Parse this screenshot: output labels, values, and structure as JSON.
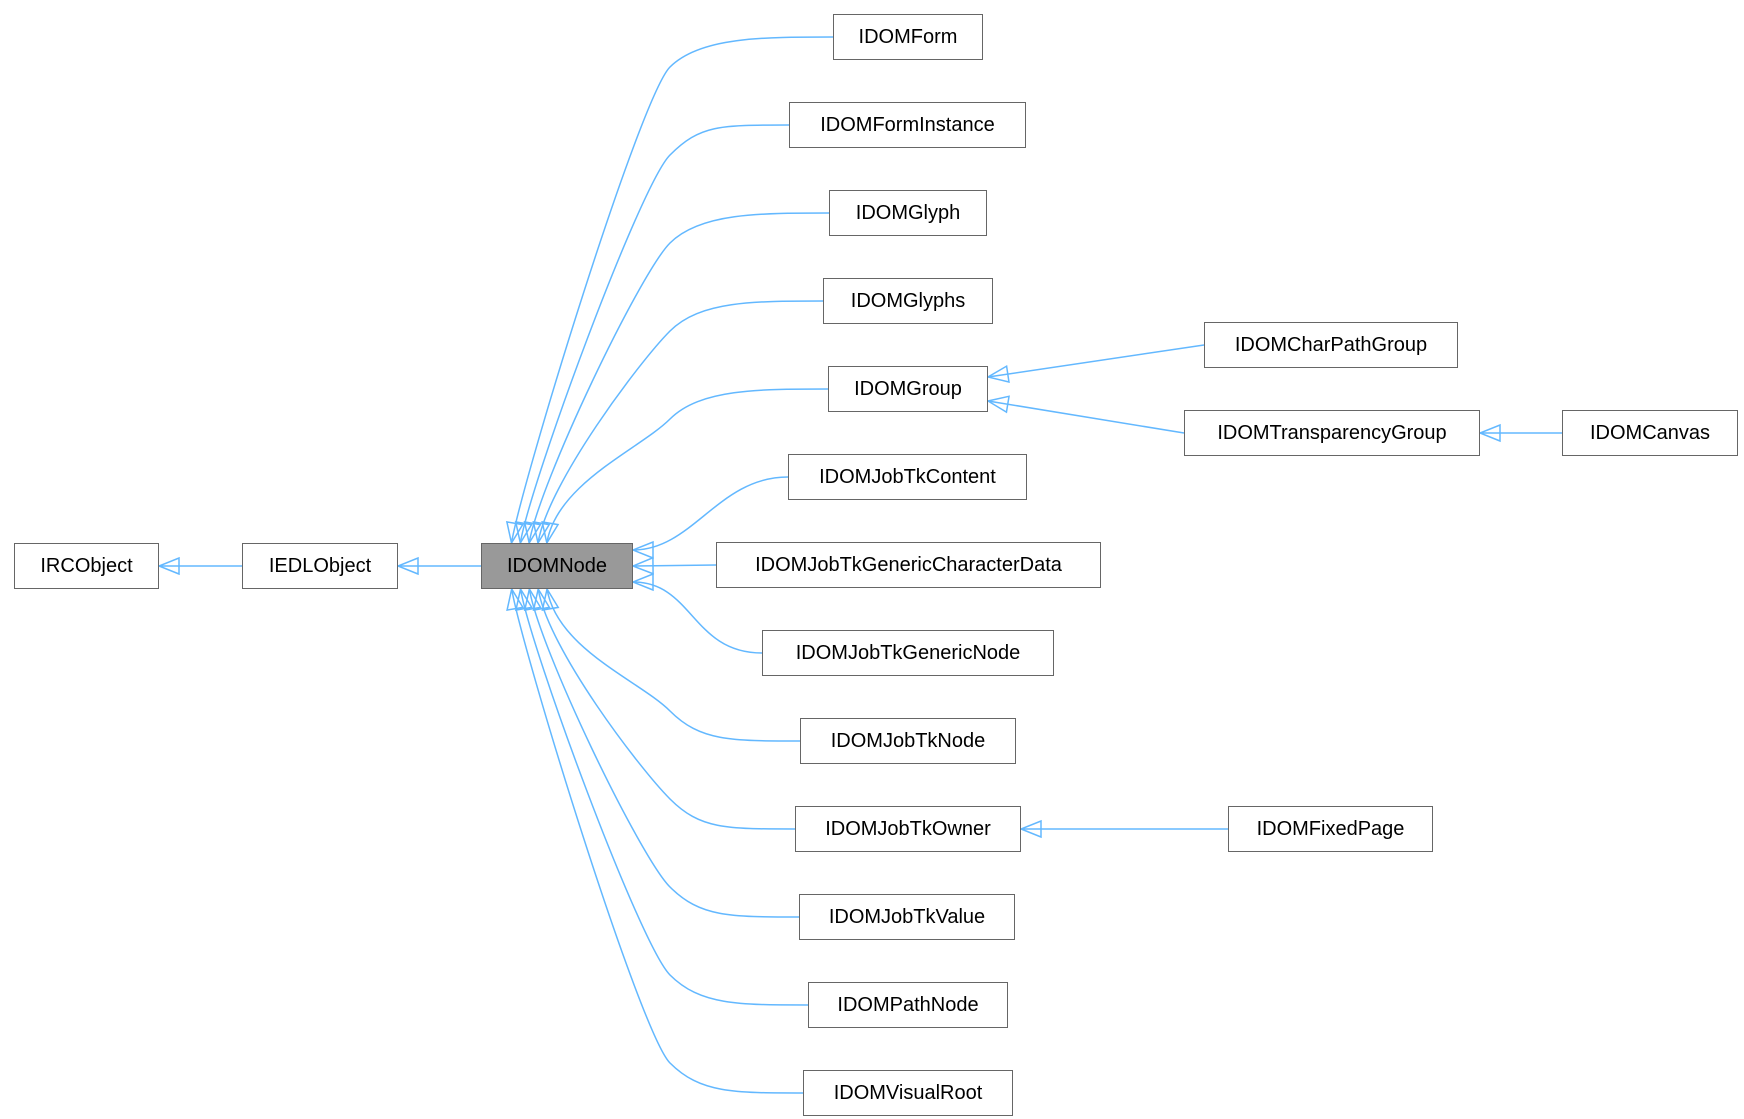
{
  "colors": {
    "edge": "#63b8ff",
    "node_border": "#666666",
    "node_fill": "#ffffff",
    "current_fill": "#999999"
  },
  "current": "IDOMNode",
  "nodes": [
    {
      "id": "IRCObject",
      "label": "IRCObject"
    },
    {
      "id": "IEDLObject",
      "label": "IEDLObject"
    },
    {
      "id": "IDOMNode",
      "label": "IDOMNode"
    },
    {
      "id": "IDOMForm",
      "label": "IDOMForm"
    },
    {
      "id": "IDOMFormInstance",
      "label": "IDOMFormInstance"
    },
    {
      "id": "IDOMGlyph",
      "label": "IDOMGlyph"
    },
    {
      "id": "IDOMGlyphs",
      "label": "IDOMGlyphs"
    },
    {
      "id": "IDOMGroup",
      "label": "IDOMGroup"
    },
    {
      "id": "IDOMJobTkContent",
      "label": "IDOMJobTkContent"
    },
    {
      "id": "IDOMJobTkGenericCharacterData",
      "label": "IDOMJobTkGenericCharacterData"
    },
    {
      "id": "IDOMJobTkGenericNode",
      "label": "IDOMJobTkGenericNode"
    },
    {
      "id": "IDOMJobTkNode",
      "label": "IDOMJobTkNode"
    },
    {
      "id": "IDOMJobTkOwner",
      "label": "IDOMJobTkOwner"
    },
    {
      "id": "IDOMJobTkValue",
      "label": "IDOMJobTkValue"
    },
    {
      "id": "IDOMPathNode",
      "label": "IDOMPathNode"
    },
    {
      "id": "IDOMVisualRoot",
      "label": "IDOMVisualRoot"
    },
    {
      "id": "IDOMCharPathGroup",
      "label": "IDOMCharPathGroup"
    },
    {
      "id": "IDOMTransparencyGroup",
      "label": "IDOMTransparencyGroup"
    },
    {
      "id": "IDOMCanvas",
      "label": "IDOMCanvas"
    },
    {
      "id": "IDOMFixedPage",
      "label": "IDOMFixedPage"
    }
  ],
  "edges": [
    {
      "from": "IEDLObject",
      "to": "IRCObject"
    },
    {
      "from": "IDOMNode",
      "to": "IEDLObject"
    },
    {
      "from": "IDOMForm",
      "to": "IDOMNode"
    },
    {
      "from": "IDOMFormInstance",
      "to": "IDOMNode"
    },
    {
      "from": "IDOMGlyph",
      "to": "IDOMNode"
    },
    {
      "from": "IDOMGlyphs",
      "to": "IDOMNode"
    },
    {
      "from": "IDOMGroup",
      "to": "IDOMNode"
    },
    {
      "from": "IDOMJobTkContent",
      "to": "IDOMNode"
    },
    {
      "from": "IDOMJobTkGenericCharacterData",
      "to": "IDOMNode"
    },
    {
      "from": "IDOMJobTkGenericNode",
      "to": "IDOMNode"
    },
    {
      "from": "IDOMJobTkNode",
      "to": "IDOMNode"
    },
    {
      "from": "IDOMJobTkOwner",
      "to": "IDOMNode"
    },
    {
      "from": "IDOMJobTkValue",
      "to": "IDOMNode"
    },
    {
      "from": "IDOMPathNode",
      "to": "IDOMNode"
    },
    {
      "from": "IDOMVisualRoot",
      "to": "IDOMNode"
    },
    {
      "from": "IDOMCharPathGroup",
      "to": "IDOMGroup"
    },
    {
      "from": "IDOMTransparencyGroup",
      "to": "IDOMGroup"
    },
    {
      "from": "IDOMCanvas",
      "to": "IDOMTransparencyGroup"
    },
    {
      "from": "IDOMFixedPage",
      "to": "IDOMJobTkOwner"
    }
  ]
}
